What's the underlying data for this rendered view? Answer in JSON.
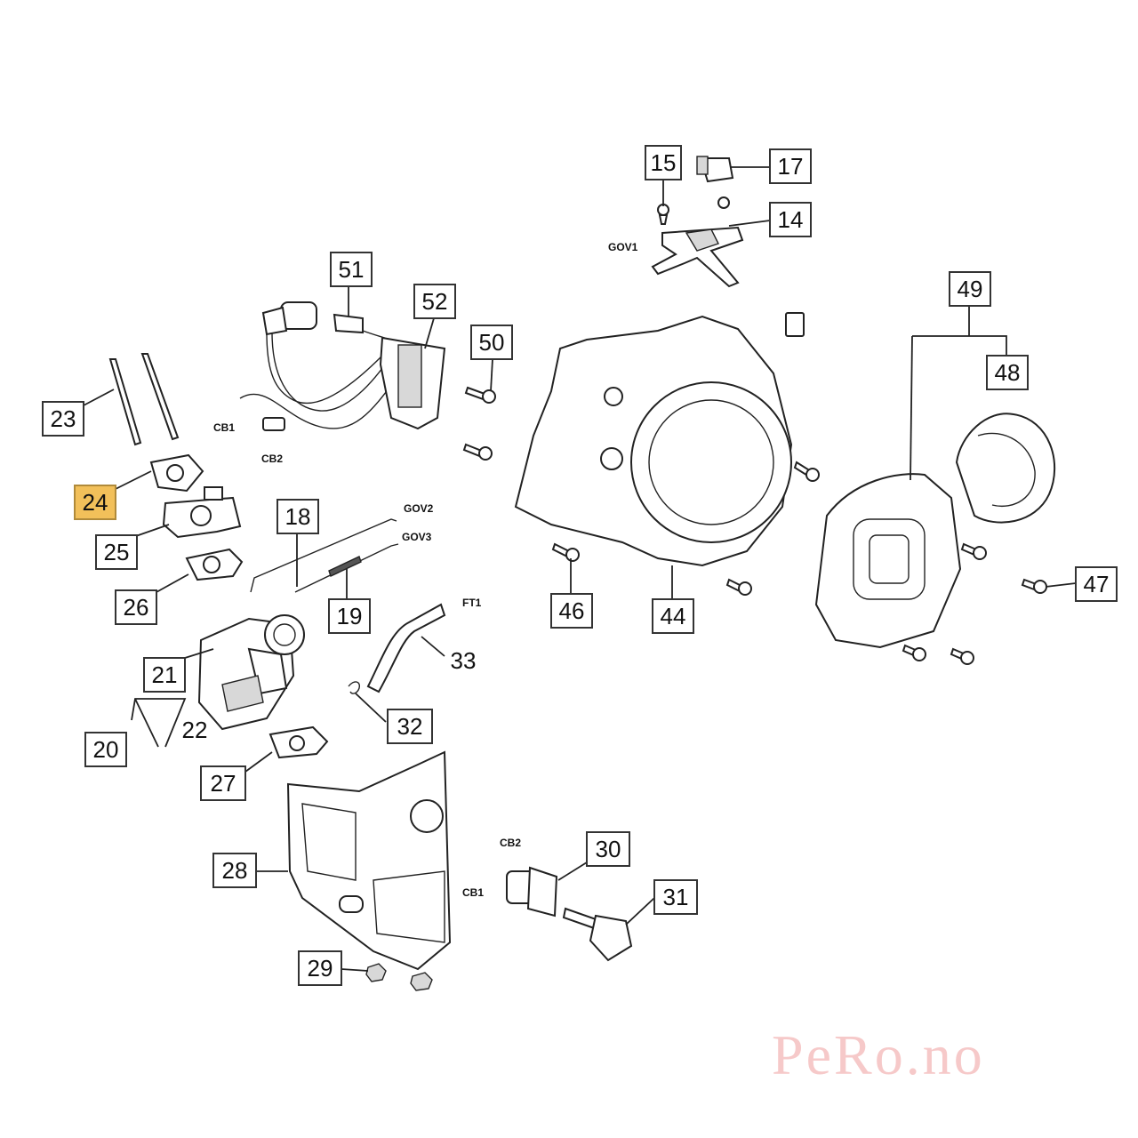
{
  "diagram": {
    "callouts": [
      {
        "id": "c15",
        "label": "15"
      },
      {
        "id": "c17",
        "label": "17"
      },
      {
        "id": "c14",
        "label": "14"
      },
      {
        "id": "c51",
        "label": "51"
      },
      {
        "id": "c52",
        "label": "52"
      },
      {
        "id": "c50",
        "label": "50"
      },
      {
        "id": "c49",
        "label": "49"
      },
      {
        "id": "c48",
        "label": "48"
      },
      {
        "id": "c23",
        "label": "23"
      },
      {
        "id": "c24",
        "label": "24",
        "highlighted": true
      },
      {
        "id": "c25",
        "label": "25"
      },
      {
        "id": "c26",
        "label": "26"
      },
      {
        "id": "c18",
        "label": "18"
      },
      {
        "id": "c19",
        "label": "19"
      },
      {
        "id": "c46",
        "label": "46"
      },
      {
        "id": "c44",
        "label": "44"
      },
      {
        "id": "c47",
        "label": "47"
      },
      {
        "id": "c33",
        "label": "33"
      },
      {
        "id": "c21",
        "label": "21"
      },
      {
        "id": "c22",
        "label": "22"
      },
      {
        "id": "c20",
        "label": "20"
      },
      {
        "id": "c32",
        "label": "32"
      },
      {
        "id": "c27",
        "label": "27"
      },
      {
        "id": "c28",
        "label": "28"
      },
      {
        "id": "c30",
        "label": "30"
      },
      {
        "id": "c31",
        "label": "31"
      },
      {
        "id": "c29",
        "label": "29"
      }
    ],
    "connectors": [
      {
        "id": "gov1",
        "label": "GOV1"
      },
      {
        "id": "cb1a",
        "label": "CB1"
      },
      {
        "id": "cb2a",
        "label": "CB2"
      },
      {
        "id": "gov2",
        "label": "GOV2"
      },
      {
        "id": "gov3",
        "label": "GOV3"
      },
      {
        "id": "ft1",
        "label": "FT1"
      },
      {
        "id": "cb2b",
        "label": "CB2"
      },
      {
        "id": "cb1b",
        "label": "CB1"
      }
    ],
    "highlight_color": "#f2c05a"
  },
  "watermark": {
    "text": "PeRo.no",
    "color": "#f6c9c9"
  }
}
